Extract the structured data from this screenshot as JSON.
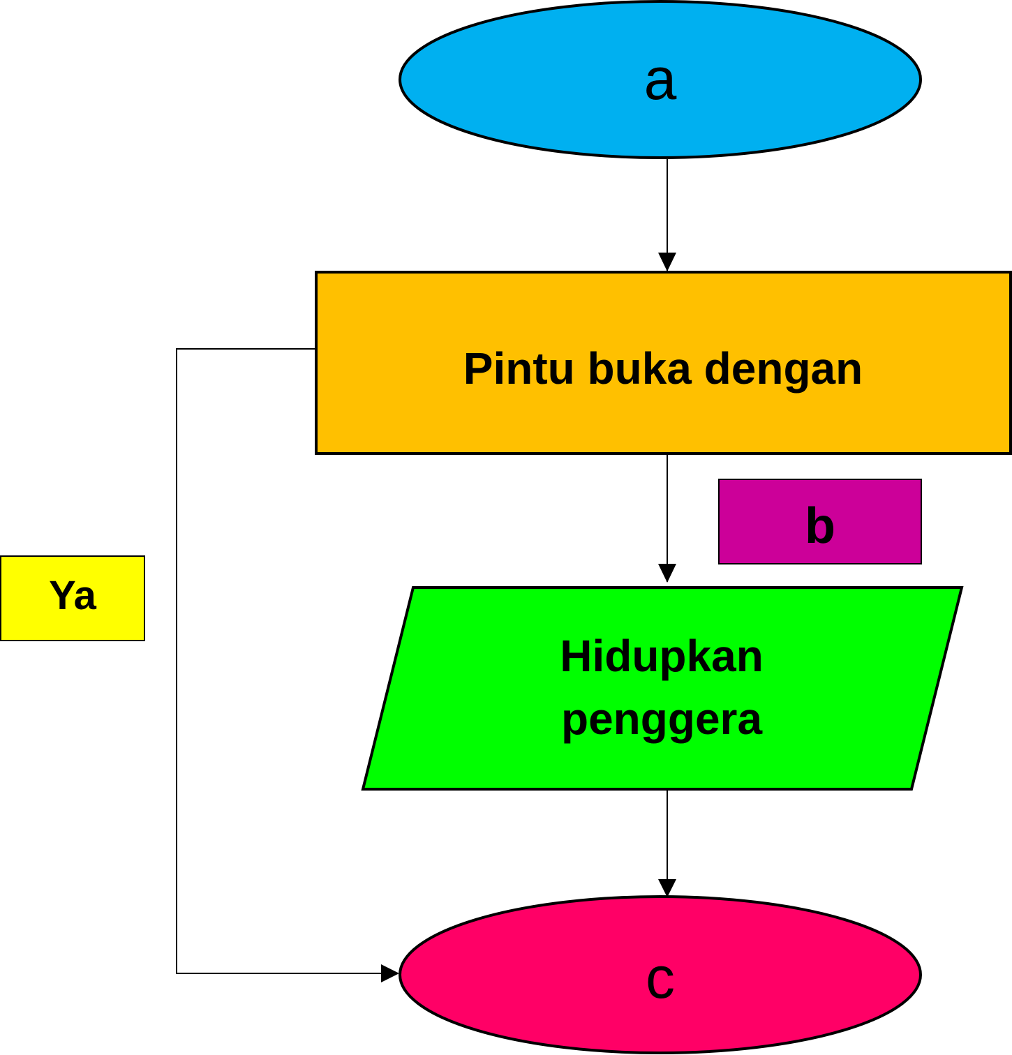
{
  "nodes": {
    "start": {
      "label": "a",
      "color": "#00B0F0"
    },
    "process": {
      "label": "Pintu buka dengan",
      "color": "#FFC000"
    },
    "io": {
      "line1": "Hidupkan",
      "line2": "penggera",
      "color": "#00FF00"
    },
    "end": {
      "label": "c",
      "color": "#FF0066"
    }
  },
  "labels": {
    "b": {
      "text": "b",
      "color": "#CC0099"
    },
    "ya": {
      "text": "Ya",
      "color": "#FFFF00"
    }
  },
  "line_color": "#000000"
}
